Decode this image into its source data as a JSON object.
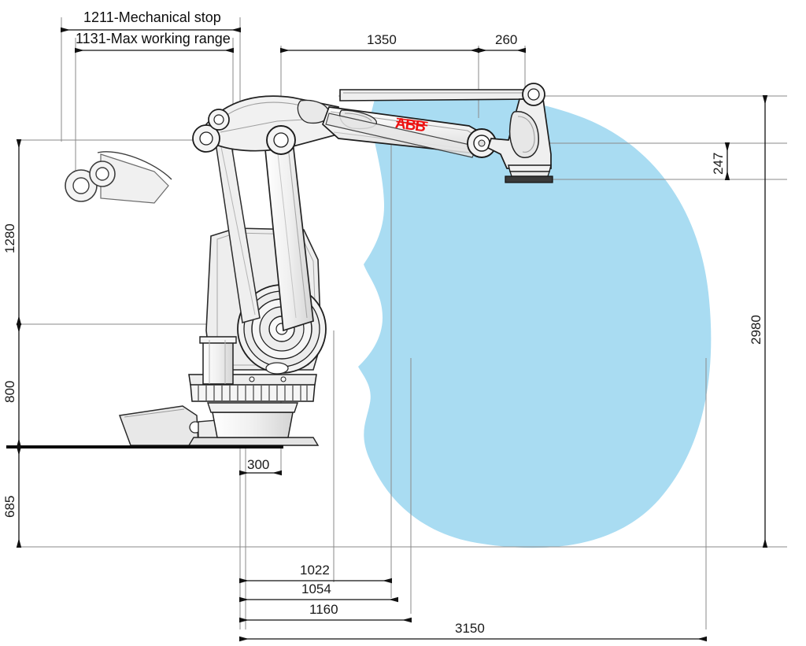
{
  "drawing": {
    "title": "ABB robot working range side view",
    "manufacturer_logo": "ABB",
    "envelope_color": "#a9dcf2",
    "line_color": "#555555",
    "dim_text_color": "#1a1a1a"
  },
  "labels": {
    "mechanical_stop": "1211-Mechanical stop",
    "max_working_range": "1131-Max working range"
  },
  "dimensions": {
    "top": [
      {
        "name": "dim-1350",
        "value": "1350"
      },
      {
        "name": "dim-260",
        "value": "260"
      }
    ],
    "right": [
      {
        "name": "dim-247",
        "value": "247"
      },
      {
        "name": "dim-2980",
        "value": "2980"
      }
    ],
    "left": [
      {
        "name": "dim-1280",
        "value": "1280"
      },
      {
        "name": "dim-800",
        "value": "800"
      },
      {
        "name": "dim-685",
        "value": "685"
      }
    ],
    "middle": [
      {
        "name": "dim-300",
        "value": "300"
      }
    ],
    "bottom": [
      {
        "name": "dim-1022",
        "value": "1022"
      },
      {
        "name": "dim-1054",
        "value": "1054"
      },
      {
        "name": "dim-1160",
        "value": "1160"
      },
      {
        "name": "dim-3150",
        "value": "3150"
      }
    ]
  }
}
